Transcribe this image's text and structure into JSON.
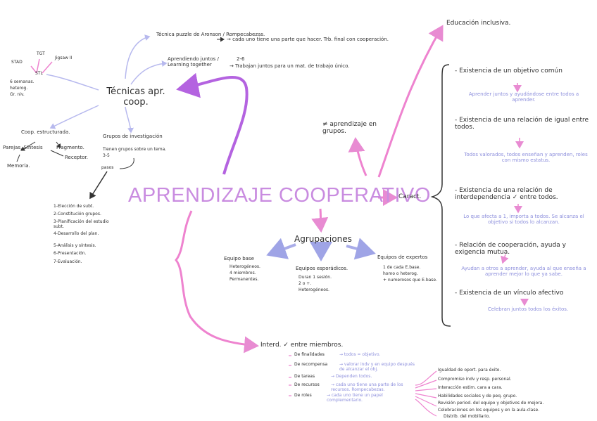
{
  "title": "APRENDIZAJE COOPERATIVO",
  "tecnicas": {
    "heading": "Técnicas apr. coop.",
    "puzzle": "Técnica puzzle de Aronson / Rompecabezas.",
    "puzzle_desc": "→ cada uno tiene una parte que hacer. Trb. final con cooperación.",
    "aprendiendo": "Aprendiendo juntos / Learning together",
    "aprendiendo_n": "2-6",
    "aprendiendo_desc": "→ Trabajan juntos para un mat. de trabajo único.",
    "stl": "STL",
    "stad": "STAD",
    "tgt": "TGT",
    "tai": "Jigsaw II",
    "stl_items": [
      "6 semanas.",
      "heterog.",
      "Gr. niv."
    ],
    "coop_estr": "Coop. estructurada.",
    "parejas": "Parejas, Sintesis",
    "memoria": "Memoria.",
    "fragmento": "Fragmento.",
    "receptor": "Receptor.",
    "grupos_inv": "Grupos de investigación",
    "grupos_items": [
      "Tienen grupos sobre un tema.",
      "3-5"
    ],
    "pasos": "pasos",
    "steps": [
      "1-Elección de subt.",
      "2-Constitución grupos.",
      "3-Planificación del estudio subt.",
      "4-Desarrollo del plan.",
      "5-Análisis y síntesis.",
      "6-Presentación.",
      "7-Evaluación."
    ]
  },
  "educacion": "Educación inclusiva.",
  "distinto": "≠ aprendizaje en grupos.",
  "caract": {
    "label": "Caract.",
    "items": [
      {
        "head": "- Existencia de un objetivo común",
        "desc": "Aprender juntos y ayudándose entre todos a aprender."
      },
      {
        "head": "- Existencia de una relación de igual entre todos.",
        "desc": "Todos valorados, todos enseñan y aprenden, roles con mismo estatus."
      },
      {
        "head": "- Existencia de una relación de interdependencia ✓ entre todos.",
        "desc": "Lo que afecta a 1, importa a todos. Se alcanza el objetivo si todos lo alcanzan."
      },
      {
        "head": "- Relación de cooperación, ayuda y exigencia mutua.",
        "desc": "Ayudan a otros a aprender, ayuda al que enseña a aprender mejor lo que ya sabe."
      },
      {
        "head": "- Existencia de un vínculo afectivo",
        "desc": "Celebran juntos todos los éxitos."
      }
    ]
  },
  "agrupaciones": {
    "label": "Agrupaciones",
    "base": {
      "title": "Equipo base",
      "items": [
        "Heterogéneos.",
        "4 miembros.",
        "Permanentes."
      ]
    },
    "esporadicos": {
      "title": "Equipos esporádicos.",
      "items": [
        "Duran 1 sesión.",
        "2 o +.",
        "Heterogéneos."
      ]
    },
    "expertos": {
      "title": "Equipos de expertos",
      "items": [
        "1 de cada E.base.",
        "homo o heterog.",
        "+ numerosos que E.base."
      ]
    }
  },
  "interd": {
    "label": "Interd. ✓ entre miembros.",
    "rows": [
      {
        "k": "De finalidades",
        "v": "→ todos = objetivo."
      },
      {
        "k": "De recompensa",
        "v": "→ valorar indv y en equipo después de alcanzar el obj."
      },
      {
        "k": "De tareas",
        "v": "→ Dependen todos."
      },
      {
        "k": "De recursos",
        "v": "→ cada uno tiene una parte de los recursos. Rompecabezas."
      },
      {
        "k": "De roles",
        "v": "→ cada uno tiene un papel complementario."
      }
    ],
    "list": [
      "Igualdad de oport. para éxito.",
      "Compromiso indv y resp. personal.",
      "Interacción estim. cara a cara.",
      "Habilidades sociales y de peq. grupo.",
      "Revisión period. del equipo y objetivos de mejora.",
      "Celebraciones en los equipos y en la aula-clase.",
      "Distrib. del mobiliario."
    ]
  }
}
